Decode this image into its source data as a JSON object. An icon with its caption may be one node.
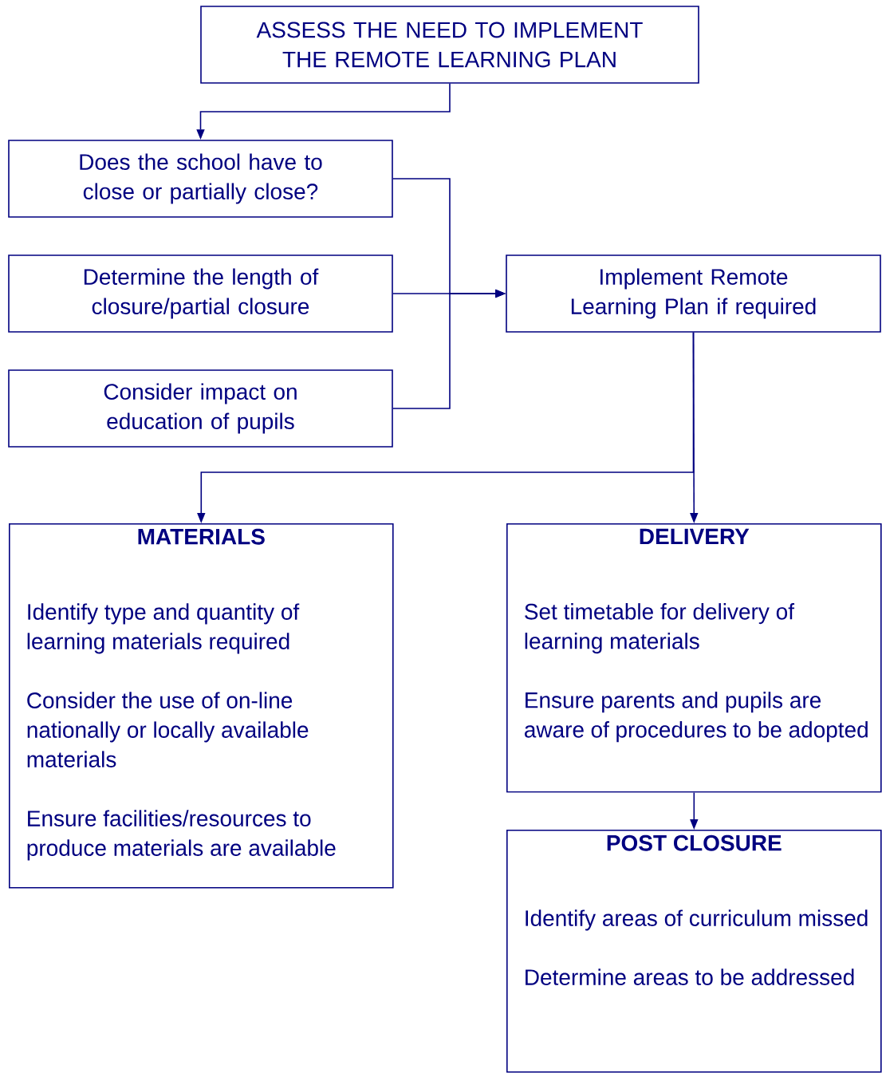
{
  "diagram": {
    "nodes": [
      {
        "text": [
          "ASSESS THE NEED TO IMPLEMENT THE REMOTE LEARNING PLAN"
        ]
      },
      {
        "text": [
          "Does the school have to close or partially close?"
        ]
      },
      {
        "text": [
          "Determine the length of closure/partial closure"
        ]
      },
      {
        "text": [
          "Consider impact on education of pupils"
        ]
      },
      {
        "text": [
          "Implement Remote Learning Plan if required"
        ]
      },
      {
        "text": [
          "MATERIALS",
          "Identify type and quantity of learning materials required",
          "Consider the use of on-line nationally or locally available materials",
          "Ensure facilities/resources to produce materials are available"
        ]
      },
      {
        "text": [
          "DELIVERY",
          "Set timetable for delivery of learning materials",
          "Ensure parents and pupils are aware of procedures to be adopted"
        ]
      },
      {
        "text": [
          "POST CLOSURE",
          "Identify areas of curriculum missed",
          "Determine areas to be addressed"
        ]
      }
    ],
    "edges": [
      {
        "from": 0,
        "to": 1,
        "arrow": "to"
      },
      {
        "from": 1,
        "to": 4,
        "arrow": "to"
      },
      {
        "from": 2,
        "to": 4,
        "arrow": "to"
      },
      {
        "from": 3,
        "to": 4,
        "arrow": "to"
      },
      {
        "from": 4,
        "to": 5,
        "arrow": "to"
      },
      {
        "from": 4,
        "to": 6,
        "arrow": "to"
      },
      {
        "from": 6,
        "to": 7,
        "arrow": "to"
      }
    ]
  }
}
